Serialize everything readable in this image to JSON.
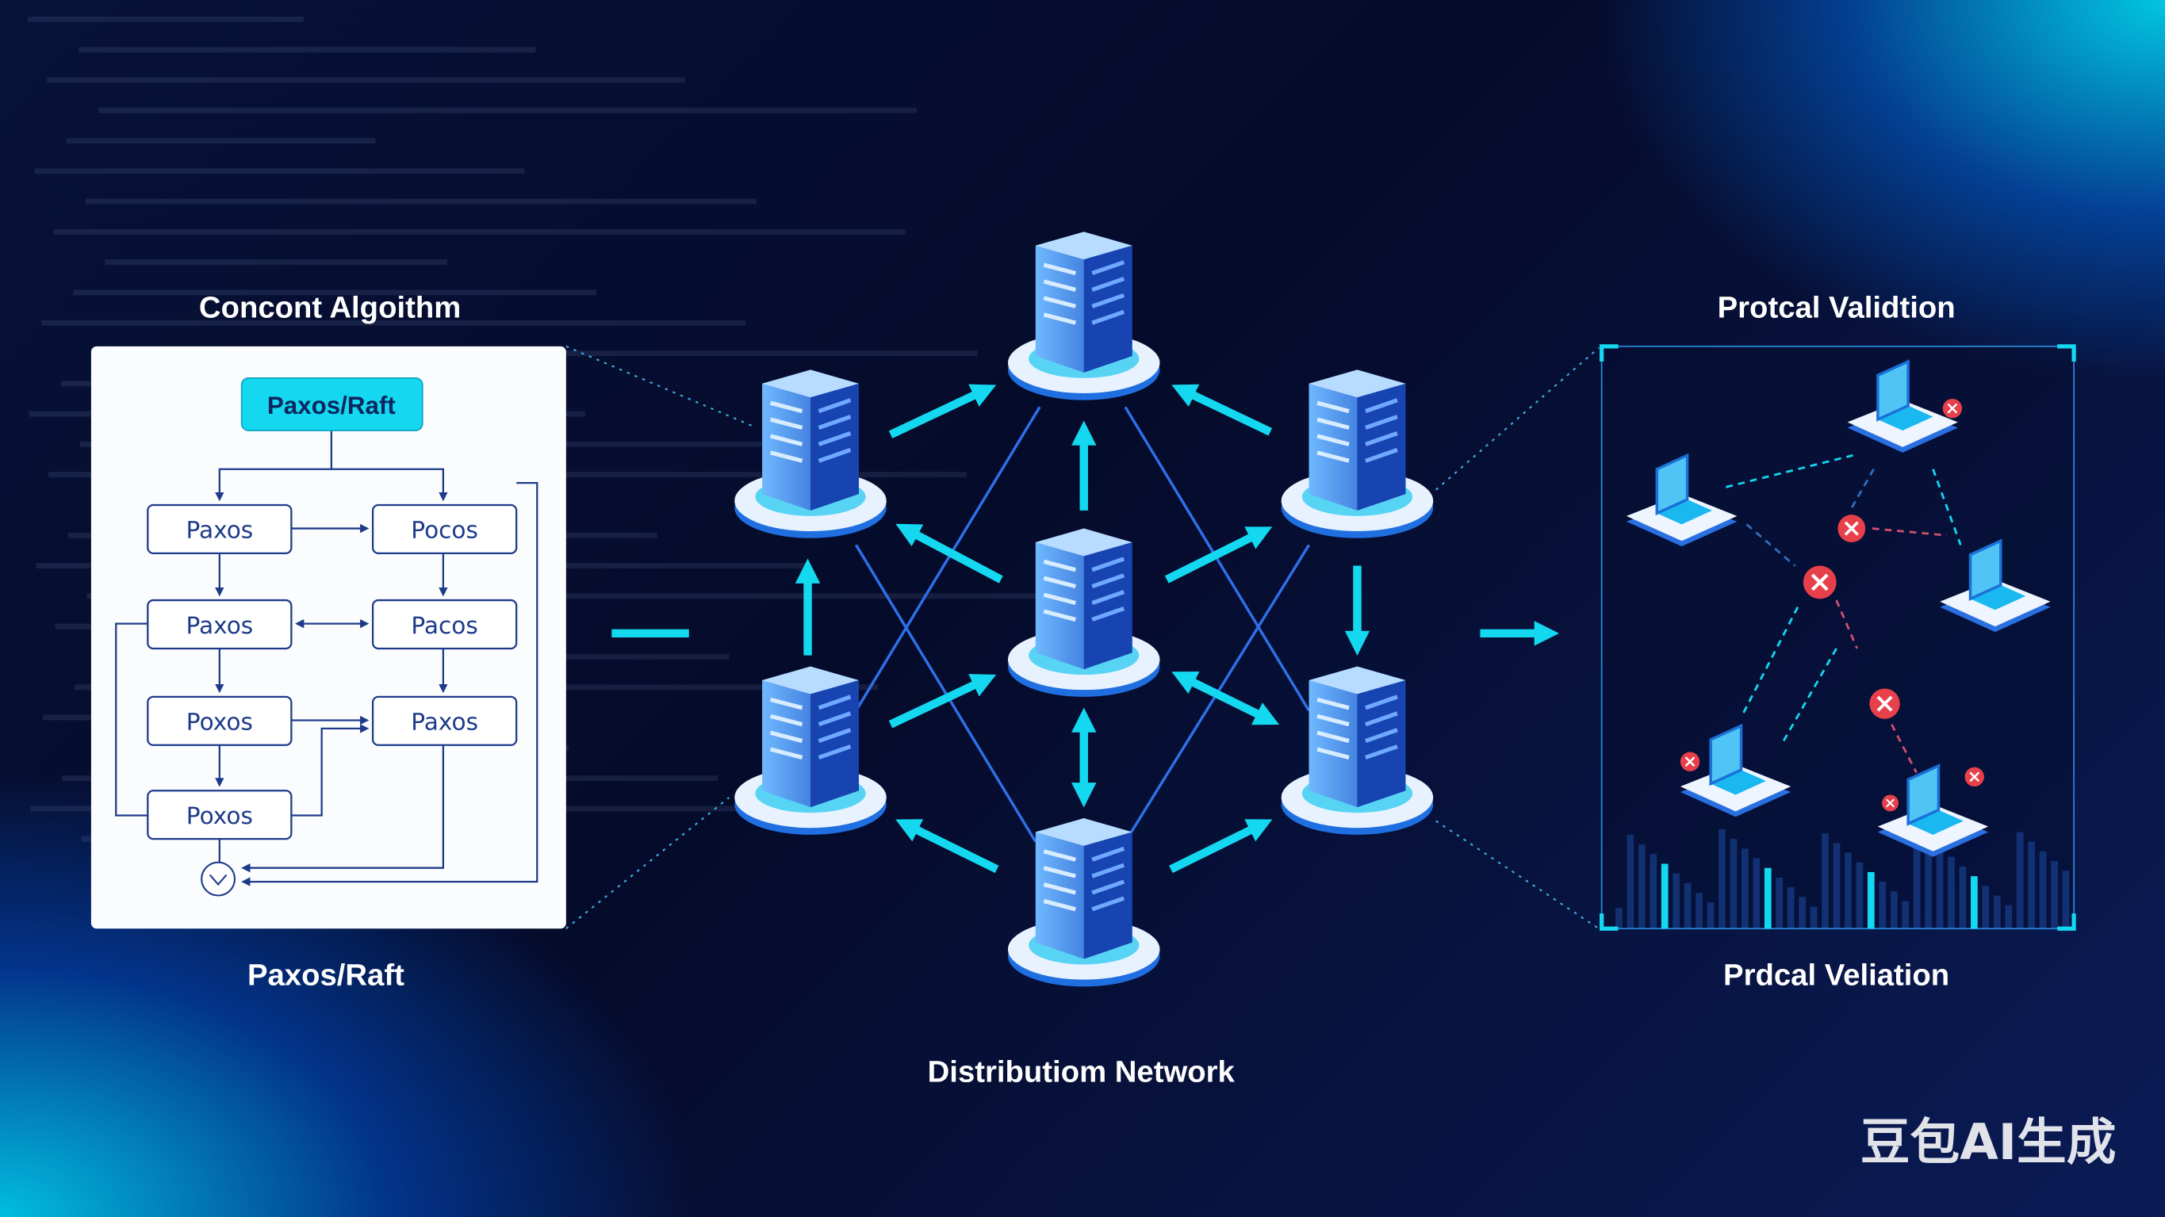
{
  "labels": {
    "consensus_title": "Concont Algoithm",
    "consensus_caption": "Paxos/Raft",
    "network_caption": "Distributiom Network",
    "validation_title": "Protcal Validtion",
    "validation_caption": "Prdcal Veliation"
  },
  "flowchart": {
    "root": "Paxos/Raft",
    "nodes": [
      "Paxos",
      "Pocos",
      "Paxos",
      "Pacos",
      "Poxos",
      "Paxos",
      "Poxos"
    ]
  },
  "watermark": "豆包AI生成",
  "colors": {
    "accent": "#14d8f0",
    "server": "#2a7fe0",
    "error": "#e8404a",
    "flow_line": "#1d3b8a"
  }
}
